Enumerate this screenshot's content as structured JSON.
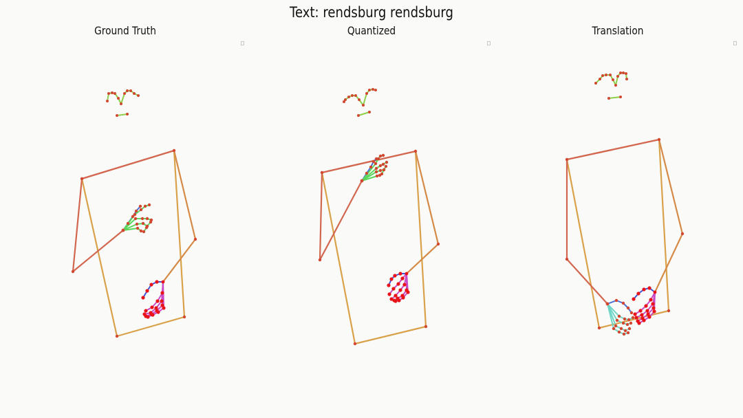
{
  "title": "Text: rendsburg rendsburg",
  "panels": [
    {
      "title": "Ground Truth",
      "face": {
        "brow": [
          [
            156,
            147
          ],
          [
            158,
            136
          ],
          [
            163,
            135
          ],
          [
            167,
            136
          ],
          [
            172,
            143
          ],
          [
            176,
            151
          ],
          [
            181,
            136
          ],
          [
            185,
            132
          ],
          [
            190,
            132
          ],
          [
            195,
            136
          ],
          [
            201,
            139
          ]
        ],
        "mouth": [
          [
            170,
            168
          ],
          [
            185,
            166
          ]
        ]
      },
      "body": {
        "shoulders": [
          [
            119,
            260
          ],
          [
            253,
            219
          ]
        ],
        "left_side": [
          [
            119,
            260
          ],
          [
            170,
            489
          ]
        ],
        "right_side": [
          [
            253,
            219
          ],
          [
            268,
            461
          ]
        ],
        "hips": [
          [
            170,
            489
          ],
          [
            268,
            461
          ]
        ],
        "left_arm": [
          [
            119,
            260
          ],
          [
            106,
            395
          ],
          [
            179,
            335
          ]
        ],
        "right_arm": [
          [
            253,
            219
          ],
          [
            284,
            348
          ],
          [
            237,
            410
          ]
        ]
      },
      "hand_a": {
        "wrist": [
          179,
          335
        ],
        "fingers": [
          [
            [
              179,
              335
            ],
            [
              186,
              325
            ],
            [
              193,
              315
            ],
            [
              198,
              307
            ],
            [
              204,
              300
            ]
          ],
          [
            [
              179,
              335
            ],
            [
              196,
              312
            ],
            [
              205,
              305
            ],
            [
              211,
              300
            ],
            [
              217,
              298
            ]
          ],
          [
            [
              179,
              335
            ],
            [
              197,
              318
            ],
            [
              207,
              318
            ],
            [
              214,
              318
            ],
            [
              220,
              320
            ]
          ],
          [
            [
              179,
              335
            ],
            [
              199,
              326
            ],
            [
              208,
              325
            ],
            [
              214,
              329
            ],
            [
              219,
              323
            ]
          ],
          [
            [
              179,
              335
            ],
            [
              200,
              332
            ],
            [
              205,
              336
            ],
            [
              209,
              337
            ],
            [
              213,
              331
            ]
          ]
        ]
      },
      "hand_b": {
        "wrist": [
          237,
          410
        ],
        "fingers": [
          [
            [
              237,
              410
            ],
            [
              228,
              410
            ],
            [
              220,
              414
            ],
            [
              214,
              423
            ],
            [
              208,
              433
            ]
          ],
          [
            [
              237,
              410
            ],
            [
              236,
              426
            ],
            [
              229,
              438
            ],
            [
              221,
              447
            ],
            [
              212,
              452
            ]
          ],
          [
            [
              237,
              410
            ],
            [
              235,
              438
            ],
            [
              227,
              448
            ],
            [
              219,
              455
            ],
            [
              210,
              457
            ]
          ],
          [
            [
              237,
              410
            ],
            [
              236,
              444
            ],
            [
              228,
              452
            ],
            [
              220,
              457
            ],
            [
              212,
              460
            ]
          ],
          [
            [
              237,
              410
            ],
            [
              238,
              448
            ],
            [
              230,
              454
            ],
            [
              222,
              458
            ],
            [
              215,
              461
            ]
          ]
        ]
      }
    },
    {
      "title": "Quantized",
      "face": {
        "brow": [
          [
            500,
            148
          ],
          [
            502,
            145
          ],
          [
            507,
            141
          ],
          [
            512,
            139
          ],
          [
            517,
            139
          ],
          [
            522,
            145
          ],
          [
            528,
            153
          ],
          [
            533,
            136
          ],
          [
            537,
            131
          ],
          [
            542,
            130
          ],
          [
            546,
            131
          ]
        ],
        "mouth": [
          [
            521,
            168
          ],
          [
            537,
            163
          ]
        ]
      },
      "body": {
        "shoulders": [
          [
            468,
            251
          ],
          [
            604,
            220
          ]
        ],
        "left_side": [
          [
            468,
            251
          ],
          [
            516,
            500
          ]
        ],
        "right_side": [
          [
            604,
            220
          ],
          [
            619,
            475
          ]
        ],
        "hips": [
          [
            516,
            500
          ],
          [
            619,
            475
          ]
        ],
        "left_arm": [
          [
            468,
            251
          ],
          [
            465,
            378
          ],
          [
            526,
            263
          ]
        ],
        "right_arm": [
          [
            604,
            220
          ],
          [
            637,
            355
          ],
          [
            591,
            398
          ]
        ]
      },
      "hand_a": {
        "wrist": [
          526,
          263
        ],
        "fingers": [
          [
            [
              526,
              263
            ],
            [
              533,
              252
            ],
            [
              539,
              243
            ],
            [
              543,
              235
            ],
            [
              547,
              231
            ]
          ],
          [
            [
              526,
              263
            ],
            [
              546,
              238
            ],
            [
              550,
              231
            ],
            [
              553,
              227
            ],
            [
              557,
              226
            ]
          ],
          [
            [
              526,
              263
            ],
            [
              547,
              245
            ],
            [
              553,
              241
            ],
            [
              557,
              239
            ],
            [
              562,
              236
            ]
          ],
          [
            [
              526,
              263
            ],
            [
              547,
              250
            ],
            [
              553,
              248
            ],
            [
              558,
              247
            ],
            [
              561,
              242
            ]
          ],
          [
            [
              526,
              263
            ],
            [
              548,
              256
            ],
            [
              552,
              255
            ],
            [
              555,
              253
            ],
            [
              558,
              247
            ]
          ]
        ]
      },
      "hand_b": {
        "wrist": [
          591,
          398
        ],
        "fingers": [
          [
            [
              591,
              398
            ],
            [
              582,
              398
            ],
            [
              574,
              401
            ],
            [
              569,
              406
            ],
            [
              565,
              415
            ]
          ],
          [
            [
              591,
              398
            ],
            [
              585,
              405
            ],
            [
              579,
              413
            ],
            [
              572,
              420
            ],
            [
              566,
              428
            ]
          ],
          [
            [
              591,
              398
            ],
            [
              588,
              414
            ],
            [
              582,
              422
            ],
            [
              575,
              430
            ],
            [
              569,
              435
            ]
          ],
          [
            [
              591,
              398
            ],
            [
              591,
              422
            ],
            [
              585,
              430
            ],
            [
              578,
              434
            ],
            [
              573,
              437
            ]
          ],
          [
            [
              591,
              398
            ],
            [
              593,
              425
            ],
            [
              586,
              433
            ],
            [
              580,
              437
            ],
            [
              575,
              438
            ]
          ]
        ]
      }
    },
    {
      "title": "Translation",
      "face": {
        "brow": [
          [
            866,
            121
          ],
          [
            872,
            115
          ],
          [
            876,
            110
          ],
          [
            881,
            109
          ],
          [
            887,
            109
          ],
          [
            891,
            116
          ],
          [
            895,
            124
          ],
          [
            898,
            111
          ],
          [
            902,
            106
          ],
          [
            906,
            106
          ],
          [
            910,
            107
          ],
          [
            911,
            115
          ]
        ],
        "mouth": [
          [
            885,
            143
          ],
          [
            902,
            141
          ]
        ]
      },
      "body": {
        "shoulders": [
          [
            824,
            232
          ],
          [
            958,
            203
          ]
        ],
        "left_side": [
          [
            824,
            232
          ],
          [
            871,
            477
          ]
        ],
        "right_side": [
          [
            958,
            203
          ],
          [
            972,
            452
          ]
        ],
        "hips": [
          [
            871,
            477
          ],
          [
            972,
            452
          ]
        ],
        "left_arm": [
          [
            824,
            232
          ],
          [
            824,
            377
          ],
          [
            883,
            442
          ]
        ],
        "right_arm": [
          [
            958,
            203
          ],
          [
            992,
            340
          ],
          [
            952,
            425
          ]
        ]
      },
      "hand_a": {
        "wrist": [
          883,
          442
        ],
        "fingers": [
          [
            [
              883,
              442
            ],
            [
              896,
              437
            ],
            [
              906,
              441
            ],
            [
              913,
              448
            ],
            [
              918,
              455
            ]
          ],
          [
            [
              883,
              442
            ],
            [
              900,
              460
            ],
            [
              908,
              464
            ],
            [
              914,
              465
            ],
            [
              920,
              462
            ]
          ],
          [
            [
              883,
              442
            ],
            [
              897,
              466
            ],
            [
              906,
              470
            ],
            [
              912,
              472
            ],
            [
              917,
              470
            ]
          ],
          [
            [
              883,
              442
            ],
            [
              895,
              474
            ],
            [
              903,
              478
            ],
            [
              909,
              481
            ],
            [
              915,
              478
            ]
          ],
          [
            [
              883,
              442
            ],
            [
              892,
              478
            ],
            [
              900,
              483
            ],
            [
              907,
              486
            ],
            [
              913,
              484
            ]
          ]
        ]
      },
      "hand_b": {
        "wrist": [
          952,
          425
        ],
        "fingers": [
          [
            [
              952,
              425
            ],
            [
              944,
              419
            ],
            [
              936,
              421
            ],
            [
              928,
              427
            ],
            [
              921,
              435
            ]
          ],
          [
            [
              952,
              425
            ],
            [
              946,
              436
            ],
            [
              939,
              445
            ],
            [
              931,
              452
            ],
            [
              923,
              457
            ]
          ],
          [
            [
              952,
              425
            ],
            [
              949,
              442
            ],
            [
              941,
              452
            ],
            [
              933,
              458
            ],
            [
              925,
              462
            ]
          ],
          [
            [
              952,
              425
            ],
            [
              950,
              448
            ],
            [
              942,
              457
            ],
            [
              934,
              463
            ],
            [
              927,
              467
            ]
          ],
          [
            [
              952,
              425
            ],
            [
              951,
              453
            ],
            [
              944,
              461
            ],
            [
              936,
              466
            ],
            [
              929,
              470
            ]
          ]
        ]
      }
    }
  ],
  "colors": {
    "shoulders": "#d2664e",
    "body": "#d9a24a",
    "arm_upper": "#d2664e",
    "arm_lower": "#d58a47",
    "joint": "#d1472f",
    "face_line": "#8ccf4a",
    "face_joint": "#d1472f",
    "hand_a_line": "#5cd65c",
    "hand_a_thumb": "#4b6ed8",
    "hand_a_joint": "#d1472f",
    "hand_b_line": "#c84cc8",
    "hand_b_thumb": "#3f55d8",
    "hand_b_joint": "#e8141a",
    "translation_hand_a_line": "#6fd6c8"
  }
}
